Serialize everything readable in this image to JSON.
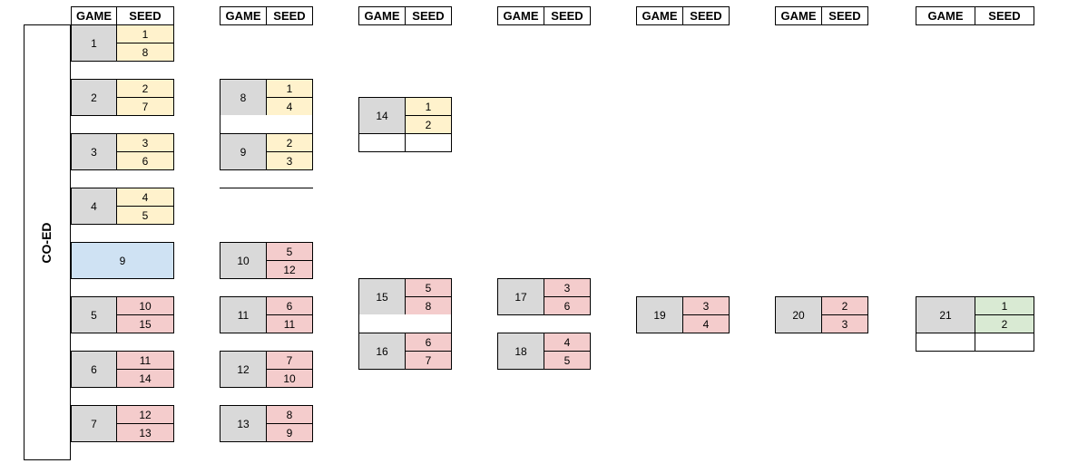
{
  "section_label": "CO-ED",
  "headers": [
    {
      "game": "GAME",
      "seed": "SEED"
    },
    {
      "game": "GAME",
      "seed": "SEED"
    },
    {
      "game": "GAME",
      "seed": "SEED"
    },
    {
      "game": "GAME",
      "seed": "SEED"
    },
    {
      "game": "GAME",
      "seed": "SEED"
    },
    {
      "game": "GAME",
      "seed": "SEED"
    },
    {
      "game": "GAME",
      "seed": "SEED"
    }
  ],
  "games": [
    {
      "game": "1",
      "seed_top": "1",
      "seed_bottom": "8",
      "color": "yellow"
    },
    {
      "game": "2",
      "seed_top": "2",
      "seed_bottom": "7",
      "color": "yellow"
    },
    {
      "game": "3",
      "seed_top": "3",
      "seed_bottom": "6",
      "color": "yellow"
    },
    {
      "game": "4",
      "seed_top": "4",
      "seed_bottom": "5",
      "color": "yellow"
    },
    {
      "game": "9",
      "color": "blue"
    },
    {
      "game": "5",
      "seed_top": "10",
      "seed_bottom": "15",
      "color": "pink"
    },
    {
      "game": "6",
      "seed_top": "11",
      "seed_bottom": "14",
      "color": "pink"
    },
    {
      "game": "7",
      "seed_top": "12",
      "seed_bottom": "13",
      "color": "pink"
    },
    {
      "game": "8",
      "seed_top": "1",
      "seed_bottom": "4",
      "color": "yellow"
    },
    {
      "game": "9",
      "seed_top": "2",
      "seed_bottom": "3",
      "color": "yellow"
    },
    {
      "game": "10",
      "seed_top": "5",
      "seed_bottom": "12",
      "color": "pink"
    },
    {
      "game": "11",
      "seed_top": "6",
      "seed_bottom": "11",
      "color": "pink"
    },
    {
      "game": "12",
      "seed_top": "7",
      "seed_bottom": "10",
      "color": "pink"
    },
    {
      "game": "13",
      "seed_top": "8",
      "seed_bottom": "9",
      "color": "pink"
    },
    {
      "game": "14",
      "seed_top": "1",
      "seed_bottom": "2",
      "color": "yellow"
    },
    {
      "game": "15",
      "seed_top": "5",
      "seed_bottom": "8",
      "color": "pink"
    },
    {
      "game": "16",
      "seed_top": "6",
      "seed_bottom": "7",
      "color": "pink"
    },
    {
      "game": "17",
      "seed_top": "3",
      "seed_bottom": "6",
      "color": "pink"
    },
    {
      "game": "18",
      "seed_top": "4",
      "seed_bottom": "5",
      "color": "pink"
    },
    {
      "game": "19",
      "seed_top": "3",
      "seed_bottom": "4",
      "color": "pink"
    },
    {
      "game": "20",
      "seed_top": "2",
      "seed_bottom": "3",
      "color": "pink"
    },
    {
      "game": "21",
      "seed_top": "1",
      "seed_bottom": "2",
      "color": "green"
    }
  ],
  "colors": {
    "yellow": "#fff2cc",
    "pink": "#f4cccc",
    "green": "#d9ead3",
    "blue": "#cfe2f3",
    "game_cell": "#d9d9d9"
  }
}
